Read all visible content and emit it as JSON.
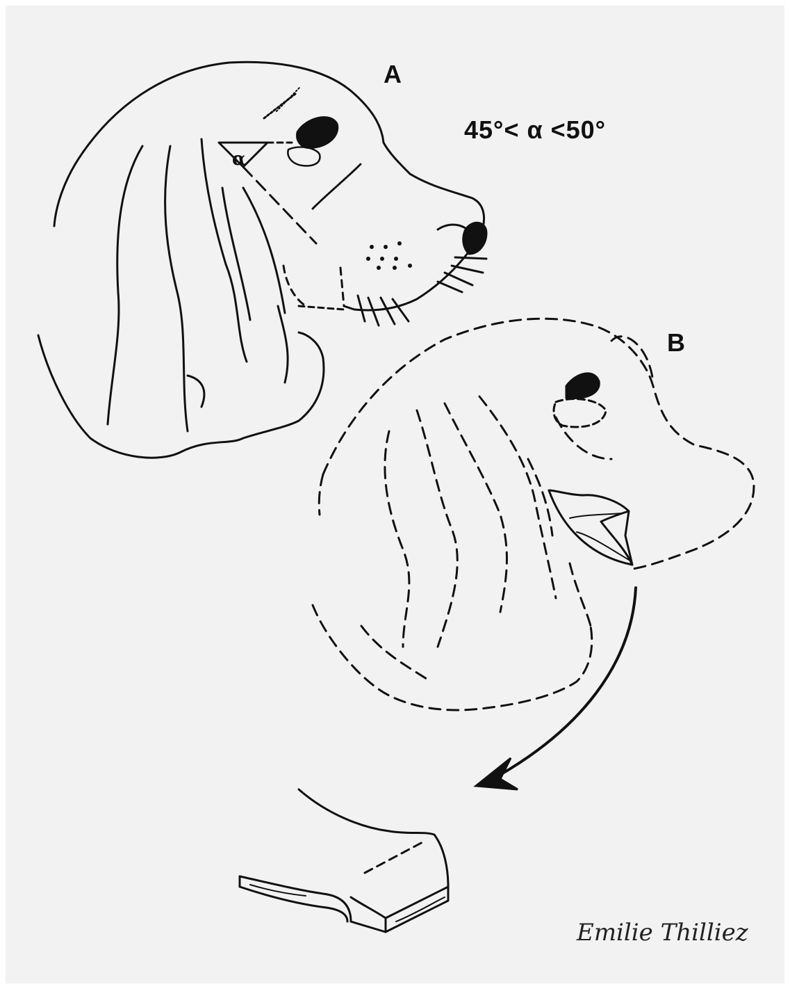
{
  "figure": {
    "label_a": "A",
    "label_b": "B",
    "angle_text": "45°< α <50°",
    "angle_symbol": "α",
    "signature": "Emilie Thilliez"
  },
  "colors": {
    "background": "#f2f2f2",
    "ink": "#111111"
  }
}
